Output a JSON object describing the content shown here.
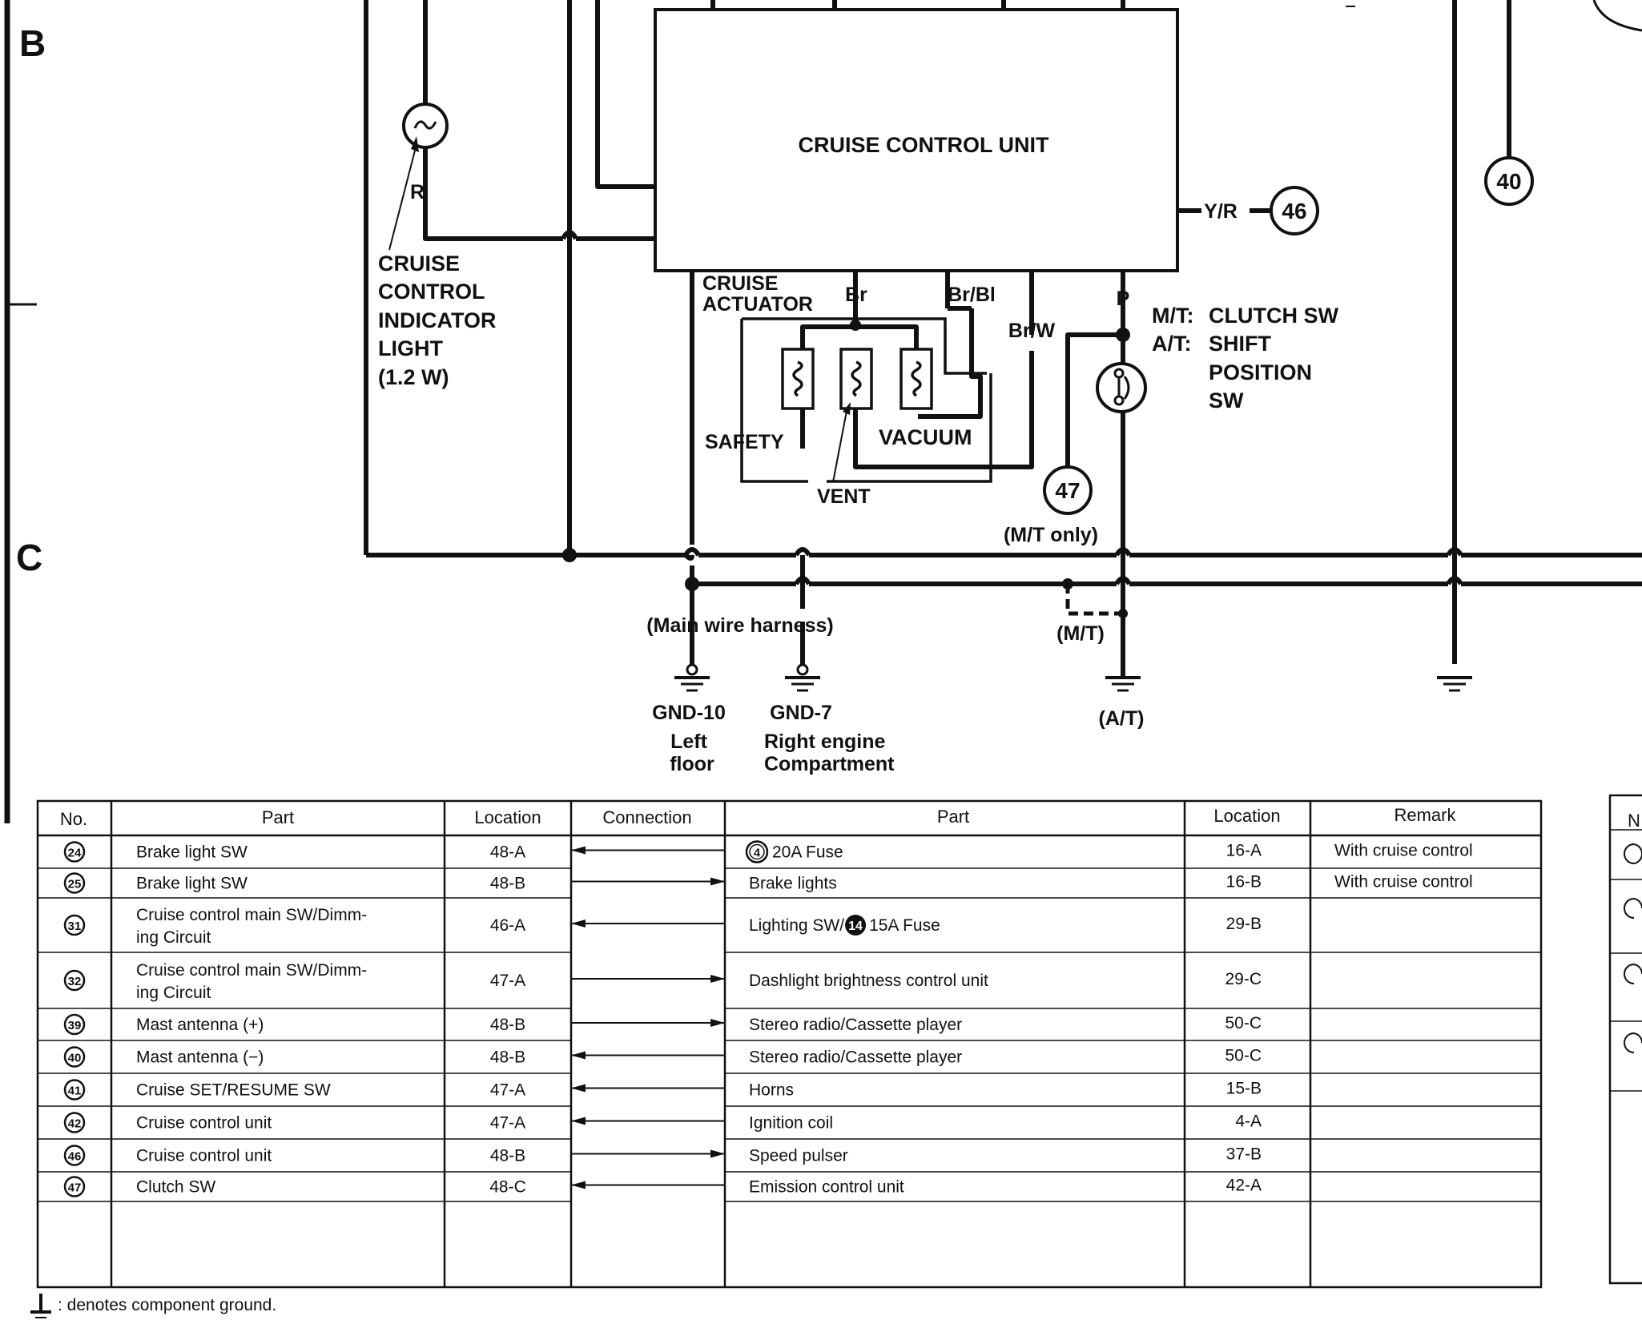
{
  "zones": {
    "upper": "B",
    "lower": "C"
  },
  "diagram": {
    "unit_label": "CRUISE CONTROL UNIT",
    "connector_40": "40",
    "connector_46": "46",
    "connector_47": "47",
    "wire_yr": "Y/R",
    "wire_r": "R",
    "wire_br": "Br",
    "wire_brbl": "Br/Bl",
    "wire_brw": "Br/W",
    "wire_p": "P",
    "indicator": [
      "CRUISE",
      "CONTROL",
      "INDICATOR",
      "LIGHT",
      "(1.2 W)"
    ],
    "actuator": [
      "CRUISE",
      "ACTUATOR"
    ],
    "safety": "SAFETY",
    "vacuum": "VACUUM",
    "vent": "VENT",
    "clutch_sw": {
      "mt_prefix": "M/T:",
      "mt_text": "CLUTCH SW",
      "at_prefix": "A/T:",
      "at_lines": [
        "SHIFT",
        "POSITION",
        "SW"
      ]
    },
    "mt_only": "(M/T only)",
    "main_harness": "(Main wire harness)",
    "mt": "(M/T)",
    "at": "(A/T)",
    "gnd10": {
      "name": "GND-10",
      "lines": [
        "Left",
        "floor"
      ]
    },
    "gnd7": {
      "name": "GND-7",
      "lines": [
        "Right engine",
        "Compartment"
      ]
    }
  },
  "table": {
    "headers": [
      "No.",
      "Part",
      "Location",
      "Connection",
      "Part",
      "Location",
      "Remark"
    ],
    "rows": [
      {
        "no": "24",
        "part_lines": [
          "Brake light SW"
        ],
        "loc": "48-A",
        "dir": "left",
        "fuse_badge": "4",
        "fuse_badge_style": "outline",
        "to_part": "20A Fuse",
        "to_loc": "16-A",
        "remark": "With cruise control"
      },
      {
        "no": "25",
        "part_lines": [
          "Brake light SW"
        ],
        "loc": "48-B",
        "dir": "right",
        "to_part": "Brake lights",
        "to_loc": "16-B",
        "remark": "With cruise control"
      },
      {
        "no": "31",
        "part_lines": [
          "Cruise control main SW/Dimm-",
          "ing Circuit"
        ],
        "loc": "46-A",
        "dir": "left",
        "to_prefix": "Lighting SW/",
        "fuse_badge": "14",
        "fuse_badge_style": "filled",
        "to_part": "15A Fuse",
        "to_loc": "29-B",
        "remark": ""
      },
      {
        "no": "32",
        "part_lines": [
          "Cruise control main SW/Dimm-",
          "ing Circuit"
        ],
        "loc": "47-A",
        "dir": "right",
        "to_part": "Dashlight brightness control unit",
        "to_loc": "29-C",
        "remark": ""
      },
      {
        "no": "39",
        "part_lines": [
          "Mast antenna (+)"
        ],
        "loc": "48-B",
        "dir": "right",
        "to_part": "Stereo radio/Cassette player",
        "to_loc": "50-C",
        "remark": ""
      },
      {
        "no": "40",
        "part_lines": [
          "Mast antenna (−)"
        ],
        "loc": "48-B",
        "dir": "left",
        "to_part": "Stereo radio/Cassette player",
        "to_loc": "50-C",
        "remark": ""
      },
      {
        "no": "41",
        "part_lines": [
          "Cruise SET/RESUME SW"
        ],
        "loc": "47-A",
        "dir": "left",
        "to_part": "Horns",
        "to_loc": "15-B",
        "remark": ""
      },
      {
        "no": "42",
        "part_lines": [
          "Cruise control unit"
        ],
        "loc": "47-A",
        "dir": "left",
        "to_part": "Ignition coil",
        "to_loc": "4-A",
        "remark": ""
      },
      {
        "no": "46",
        "part_lines": [
          "Cruise control unit"
        ],
        "loc": "48-B",
        "dir": "right",
        "to_part": "Speed pulser",
        "to_loc": "37-B",
        "remark": ""
      },
      {
        "no": "47",
        "part_lines": [
          "Clutch SW"
        ],
        "loc": "48-C",
        "dir": "left",
        "to_part": "Emission control unit",
        "to_loc": "42-A",
        "remark": ""
      }
    ],
    "side_header_partial": "N"
  },
  "footnote": ": denotes component ground."
}
